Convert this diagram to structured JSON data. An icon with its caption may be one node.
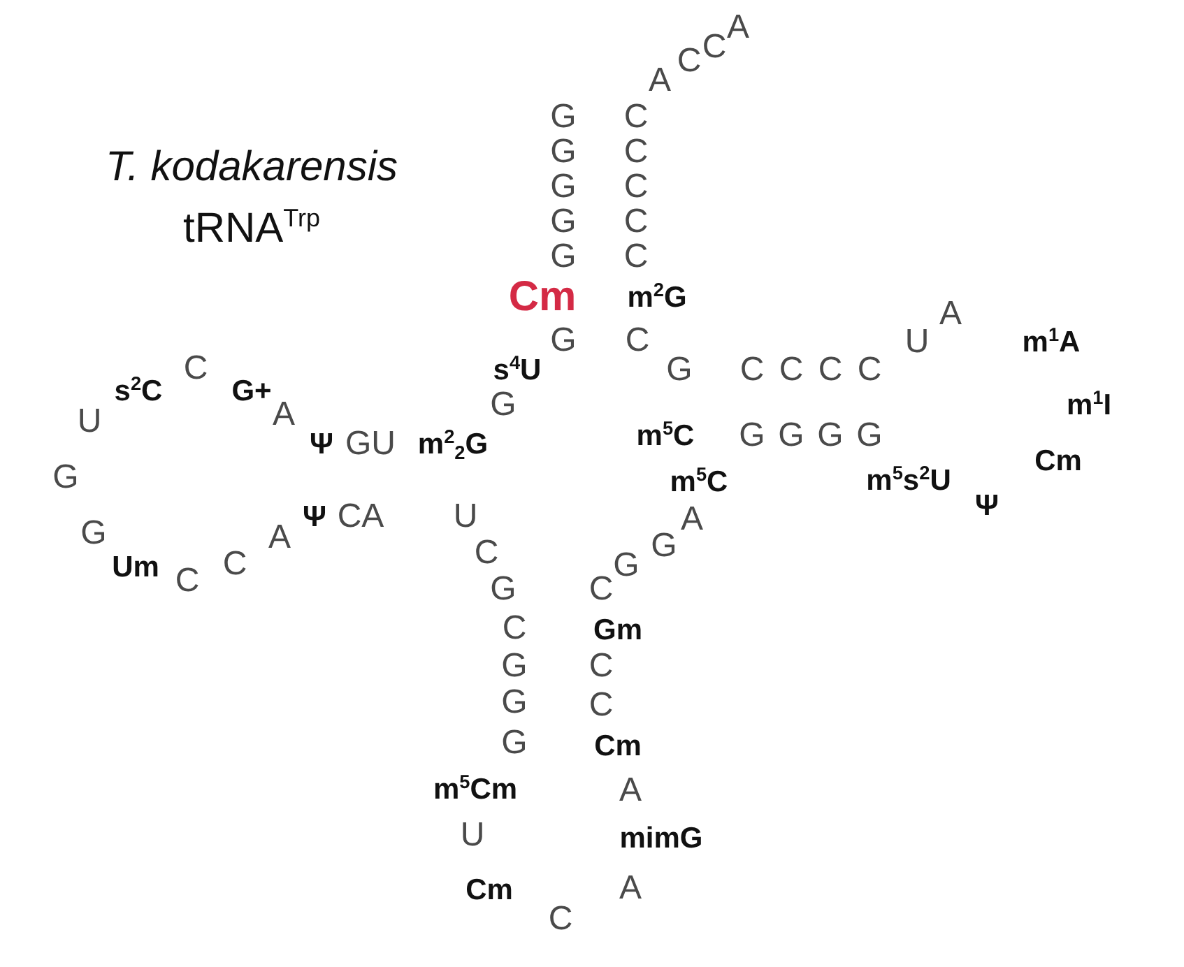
{
  "diagram": {
    "title": "*T. kodakarensis* tRNA$^{Trp}$",
    "labels": [
      "A",
      "C",
      "C",
      "A",
      "G",
      "C",
      "G",
      "C",
      "G",
      "C",
      "G",
      "C",
      "G",
      "C",
      "Cm",
      "m$^{2}$G",
      "A",
      "G",
      "C",
      "U",
      "m$^{1}$A",
      "C",
      "s$^{4}$U",
      "G",
      "C",
      "C",
      "C",
      "C",
      "s$^{2}$C",
      "G+",
      "G",
      "m$^{1}$I",
      "U",
      "A",
      "Ψ",
      "GU",
      "m$^{2}$$_{2}$G",
      "m$^{5}$C",
      "G",
      "G",
      "G",
      "G",
      "G",
      "m$^{5}$C",
      "m$^{5}$s$^{2}$U",
      "Cm",
      "Ψ",
      "Ψ",
      "CA",
      "U",
      "A",
      "G",
      "A",
      "G",
      "Um",
      "C",
      "C",
      "C",
      "G",
      "G",
      "C",
      "C",
      "Gm",
      "G",
      "C",
      "G",
      "C",
      "G",
      "Cm",
      "m$^{5}$Cm",
      "A",
      "U",
      "mimG",
      "Cm",
      "A",
      "C"
    ]
  }
}
